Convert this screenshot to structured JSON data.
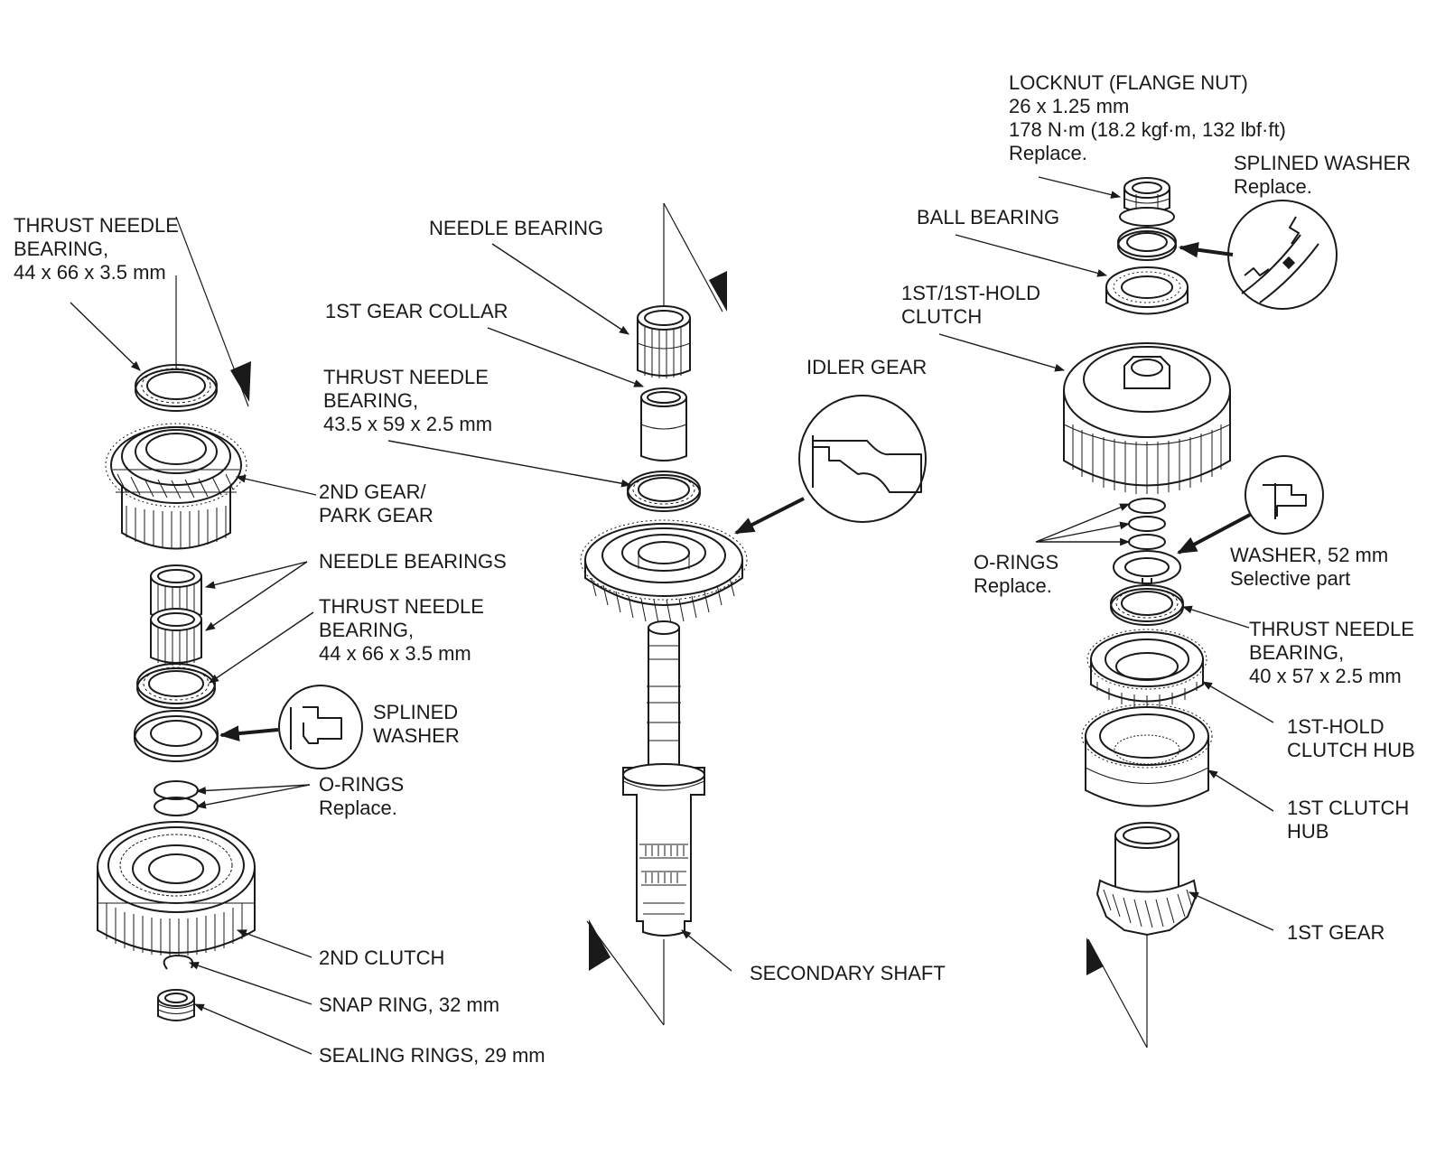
{
  "labels": {
    "left_thrust_top": [
      "THRUST NEEDLE",
      "BEARING,",
      "44 x 66 x 3.5 mm"
    ],
    "second_gear": [
      "2ND GEAR/",
      "PARK GEAR"
    ],
    "needle_bearings": [
      "NEEDLE BEARINGS"
    ],
    "left_thrust_mid": [
      "THRUST NEEDLE",
      "BEARING,",
      "44 x 66 x 3.5 mm"
    ],
    "splined_washer_left": [
      "SPLINED",
      "WASHER"
    ],
    "orings_left": [
      "O-RINGS",
      "Replace."
    ],
    "second_clutch": [
      "2ND CLUTCH"
    ],
    "snap_ring": [
      "SNAP RING, 32 mm"
    ],
    "sealing_rings": [
      "SEALING RINGS, 29 mm"
    ],
    "needle_bearing": [
      "NEEDLE BEARING"
    ],
    "first_gear_collar": [
      "1ST GEAR COLLAR"
    ],
    "center_thrust": [
      "THRUST NEEDLE",
      "BEARING,",
      "43.5 x 59 x 2.5 mm"
    ],
    "idler_gear": [
      "IDLER GEAR"
    ],
    "secondary_shaft": [
      "SECONDARY SHAFT"
    ],
    "locknut": [
      "LOCKNUT (FLANGE NUT)",
      "26 x 1.25 mm",
      "178 N·m (18.2 kgf·m, 132 lbf·ft)",
      "Replace."
    ],
    "splined_washer_right": [
      "SPLINED WASHER",
      "Replace."
    ],
    "ball_bearing": [
      "BALL BEARING"
    ],
    "first_hold_clutch": [
      "1ST/1ST-HOLD",
      "CLUTCH"
    ],
    "orings_right": [
      "O-RINGS",
      "Replace."
    ],
    "washer_52": [
      "WASHER, 52 mm",
      "Selective part"
    ],
    "right_thrust": [
      "THRUST NEEDLE",
      "BEARING,",
      "40 x 57 x 2.5 mm"
    ],
    "first_hold_hub": [
      "1ST-HOLD",
      "CLUTCH HUB"
    ],
    "first_clutch_hub": [
      "1ST CLUTCH",
      "HUB"
    ],
    "first_gear": [
      "1ST GEAR"
    ]
  },
  "icons": {
    "direction_marker": "filled-triangle-pointer",
    "detail_callout": "circle-magnifier"
  }
}
